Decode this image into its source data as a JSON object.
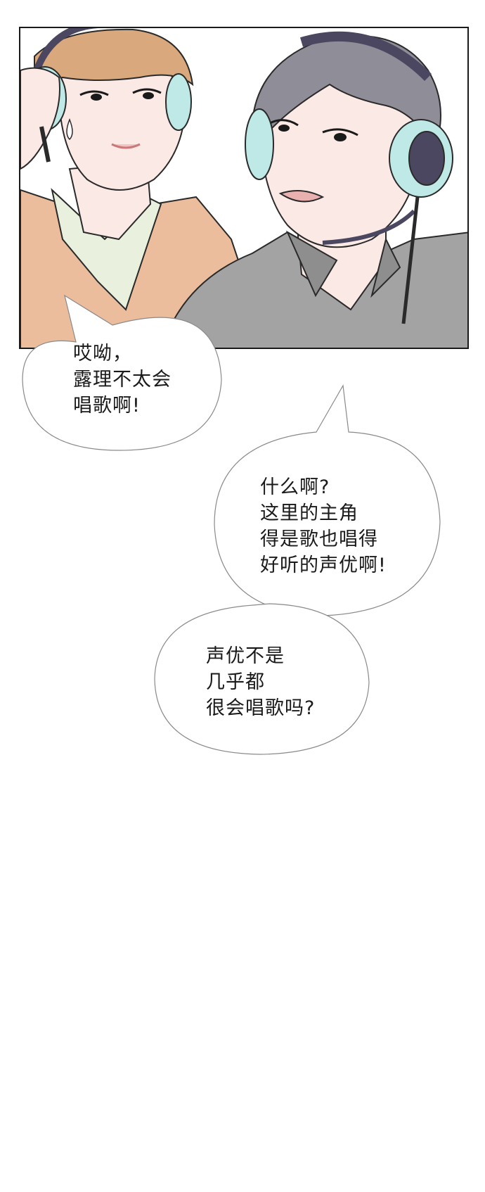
{
  "colors": {
    "page_background": "#ffffff",
    "panel_border": "#1a1a1a",
    "hair_blonde": "#d9a87c",
    "hair_grey": "#8f8d97",
    "headphone": "#bfe9e6",
    "headphone_dark": "#4b4760",
    "jacket_peach": "#ebbd9d",
    "shirt_grey": "#a3a3a3",
    "skin": "#fbe9e6"
  },
  "panel": {
    "characters": [
      "headphone-listener-left",
      "headphone-speaker-right"
    ]
  },
  "bubbles": [
    {
      "lines": [
        "哎呦，",
        "露理不太会",
        "唱歌啊!"
      ]
    },
    {
      "lines": [
        "什么啊?",
        "这里的主角",
        "得是歌也唱得",
        "好听的声优啊!"
      ]
    },
    {
      "lines": [
        "声优不是",
        "几乎都",
        "很会唱歌吗?"
      ]
    }
  ]
}
